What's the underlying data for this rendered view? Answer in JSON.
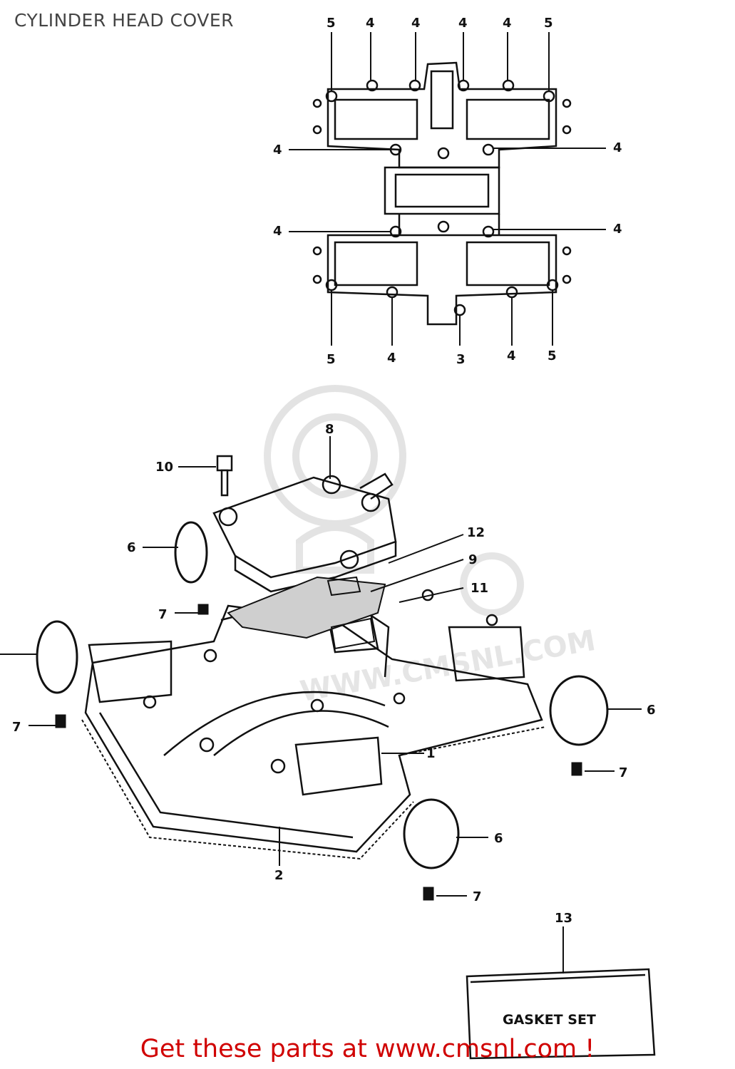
{
  "title": "CYLINDER HEAD COVER",
  "gasket_set_label": "GASKET SET",
  "promo_text": "Get these parts at www.cmsnl.com !",
  "watermark_text": "WWW.CMSNL.COM",
  "callouts": {
    "top_left_5": "5",
    "top_4a": "4",
    "top_4b": "4",
    "top_4c": "4",
    "top_4d": "4",
    "top_right_5": "5",
    "mid_left_4_upper": "4",
    "mid_right_4_upper": "4",
    "mid_left_4_lower": "4",
    "mid_right_4_lower": "4",
    "bottom_left_5": "5",
    "bottom_4a": "4",
    "bottom_3": "3",
    "bottom_4b": "4",
    "bottom_right_5": "5",
    "part_8": "8",
    "part_10": "10",
    "part_12": "12",
    "part_9": "9",
    "part_11": "11",
    "part_6_left": "6",
    "part_7_upper": "7",
    "part_7_left": "7",
    "part_1": "1",
    "part_6_right": "6",
    "part_7_right": "7",
    "part_6_front": "6",
    "part_2": "2",
    "part_7_bottom": "7",
    "part_13": "13"
  }
}
